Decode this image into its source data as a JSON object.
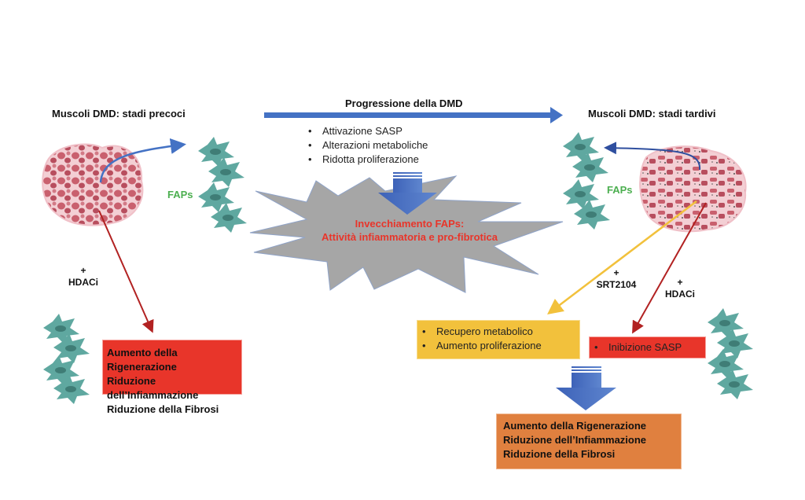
{
  "stages": {
    "early_title": "Muscoli DMD: stadi precoci",
    "late_title": "Muscoli DMD: stadi tardivi",
    "progression_title": "Progressione della DMD"
  },
  "progression_bullets": [
    "Attivazione SASP",
    "Alterazioni metaboliche",
    "Ridotta proliferazione"
  ],
  "aging": {
    "line1": "Invecchiamento FAPs:",
    "line2": "Attività infiammatoria e pro-fibrotica"
  },
  "faps_label": "FAPs",
  "treatments": {
    "early_hdaci": [
      "+",
      "HDACi"
    ],
    "late_srt": [
      "+",
      "SRT2104"
    ],
    "late_hdaci": [
      "+",
      "HDACi"
    ]
  },
  "outcomes": {
    "early": [
      "Aumento della Rigenerazione",
      "Riduzione dell’Infiammazione",
      "Riduzione della Fibrosi"
    ],
    "srt_effects": [
      "Recupero metabolico",
      "Aumento proliferazione"
    ],
    "hdaci_effects": [
      "Inibizione SASP"
    ],
    "late": [
      "Aumento della Rigenerazione",
      "Riduzione dell’Infiammazione",
      "Riduzione della Fibrosi"
    ]
  },
  "colors": {
    "progression_arrow": "#4472c4",
    "hdaci_arrow": "#b22222",
    "srt_arrow": "#f2c13c",
    "faps_text": "#4caf50",
    "aging_text": "#e8352a",
    "starburst": "#a6a6a6",
    "muscle": "#c9606e",
    "fap_cell": "#5fa8a0"
  }
}
